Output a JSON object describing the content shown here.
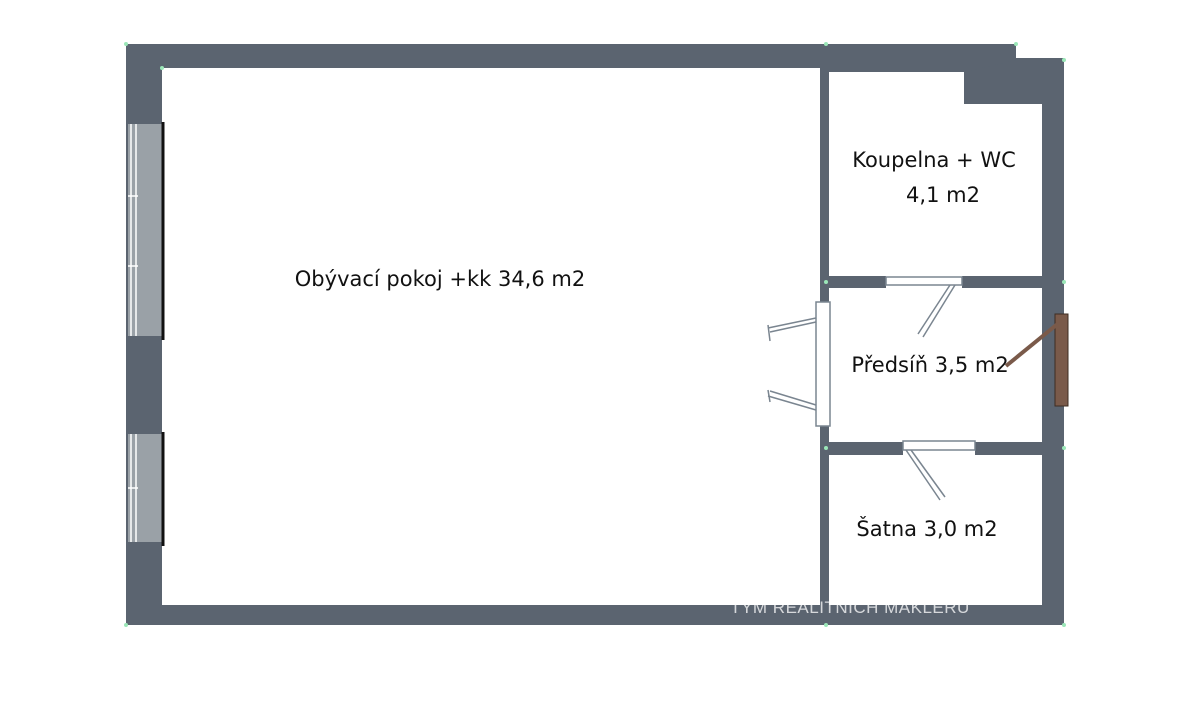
{
  "colors": {
    "wall": "#5b6470",
    "floor": "#ffffff",
    "window": "#9aa1a7",
    "door_frame": "#7a8590",
    "entrance_door": "#7a5a4a",
    "corner_marker": "#9be7b8"
  },
  "rooms": [
    {
      "name": "living-room",
      "label": "Obývací pokoj +kk 34,6 m2"
    },
    {
      "name": "bathroom",
      "label": "Koupelna + WC",
      "label_line2": "4,1 m2"
    },
    {
      "name": "hallway",
      "label": "Předsíň  3,5 m2"
    },
    {
      "name": "closet",
      "label": "Šatna 3,0 m2"
    }
  ],
  "watermark": {
    "text": "TÝM REALITNÍCH MAKLÉŘŮ"
  }
}
